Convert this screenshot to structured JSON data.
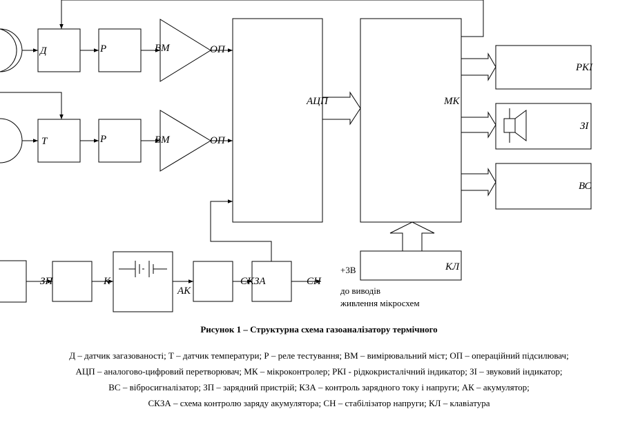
{
  "labels": {
    "d": "Д",
    "t": "Т",
    "r1": "Р",
    "r2": "Р",
    "vm1": "ВМ",
    "vm2": "ВМ",
    "op1": "ОП",
    "op2": "ОП",
    "acp": "АЦП",
    "mk": "МК",
    "rki": "РКІ",
    "zi": "ЗІ",
    "vs": "ВС",
    "kl": "КЛ",
    "zp": "ЗП",
    "k": "К",
    "ak": "АК",
    "skza": "СКЗА",
    "sn": "СН",
    "plus3v": "+3В",
    "to_outputs_1": "до виводів",
    "to_outputs_2": "живлення мікросхем"
  },
  "caption": "Рисунок 1 – Структурна схема газоаналізатору термічного",
  "legend": [
    "Д – датчик загазованості; Т – датчик температури; Р – реле тестування; ВМ – вимірювальний міст; ОП – операційний підсилювач;",
    "АЦП – аналогово-цифровий перетворювач;  МК – мікроконтролер; РКІ - рідкокристалічний індикатор; ЗІ – звуковий індикатор;",
    "ВС – вібросигналізатор; ЗП – зарядний пристрій; КЗА – контроль зарядного току і напруги; АК – акумулятор;",
    "СКЗА – схема контролю заряду акумулятора; СН – стабілізатор напруги; КЛ – клавіатура"
  ]
}
